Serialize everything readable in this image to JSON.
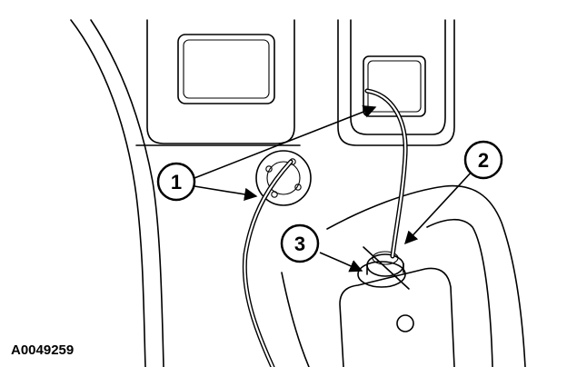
{
  "figure": {
    "id": "A0049259",
    "callouts": [
      {
        "number": "1"
      },
      {
        "number": "2"
      },
      {
        "number": "3"
      }
    ]
  }
}
